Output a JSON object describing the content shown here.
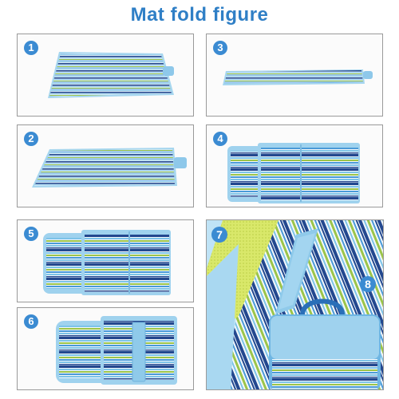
{
  "title": "Mat fold figure",
  "steps": [
    "1",
    "2",
    "3",
    "4",
    "5",
    "6",
    "7",
    "8"
  ],
  "colors": {
    "title": "#2f7fc6",
    "badge": "#3b8bd2",
    "stripe_navy": "#23488f",
    "stripe_sky": "#7cc3e8",
    "stripe_lime": "#9cc54a",
    "stripe_white": "#f4f8fb",
    "backing": "#9fd2ee"
  }
}
